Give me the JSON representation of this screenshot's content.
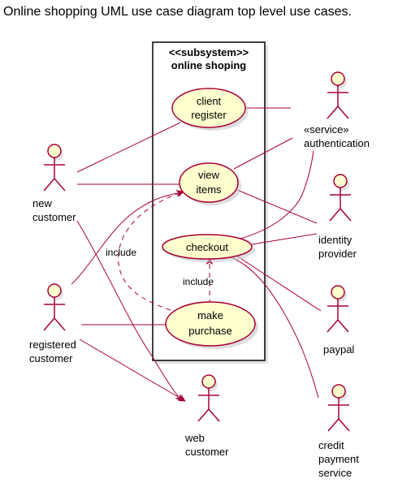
{
  "title": "Online shopping UML use case diagram top level use cases.",
  "subsystem": {
    "stereotype": "<<subsystem>>",
    "name": "online shoping"
  },
  "use_cases": {
    "client_register": [
      "client",
      "register"
    ],
    "view_items": [
      "view",
      "items"
    ],
    "checkout": [
      "checkout"
    ],
    "make_purchase": [
      "make",
      "purchase"
    ]
  },
  "actors": {
    "new_customer": [
      "new",
      "customer"
    ],
    "registered_customer": [
      "registered",
      "customer"
    ],
    "web_customer": [
      "web",
      "customer"
    ],
    "authentication": [
      "«service»",
      "authentication"
    ],
    "identity_provider": [
      "identity",
      "provider"
    ],
    "paypal": [
      "paypal"
    ],
    "credit_payment_service": [
      "credit",
      "payment",
      "service"
    ]
  },
  "relations": {
    "include_view": "include",
    "include_checkout": "include"
  },
  "colors": {
    "line": "#A80036",
    "fill": "#FEFECE"
  }
}
